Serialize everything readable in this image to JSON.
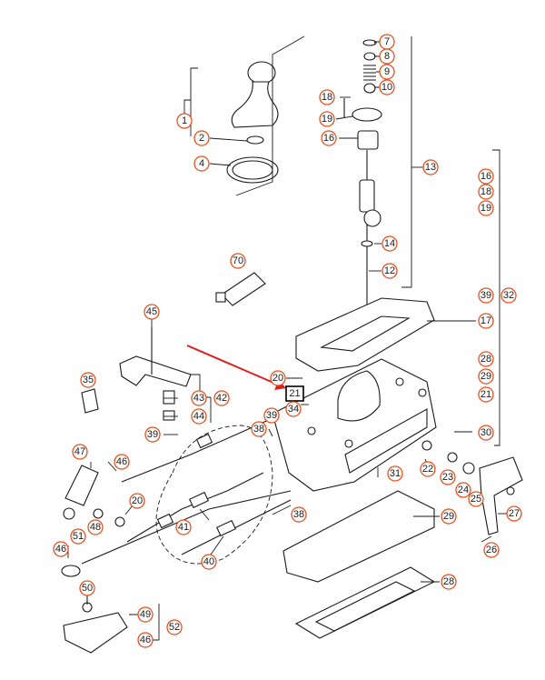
{
  "colors": {
    "callout_ring": "#e8501e",
    "arrow": "#e02020",
    "ink": "#1a1a1a",
    "background": "#ffffff"
  },
  "callouts": {
    "c1": "1",
    "c2": "2",
    "c4": "4",
    "c7": "7",
    "c8": "8",
    "c9": "9",
    "c10": "10",
    "c18": "18",
    "c19": "19",
    "c16": "16",
    "c13": "13",
    "c16b": "16",
    "c18b": "18",
    "c19b": "19",
    "c14": "14",
    "c12": "12",
    "c70": "70",
    "c39_32_a": "39",
    "c32": "32",
    "c17": "17",
    "c45": "45",
    "c28": "28",
    "c29": "29",
    "c21b": "21",
    "c35": "35",
    "c20": "20",
    "c21": "21",
    "c34": "34",
    "c43": "43",
    "c42": "42",
    "c44": "44",
    "c39_left": "39",
    "c38": "38",
    "c39_mid": "39",
    "c30": "30",
    "c47": "47",
    "c46": "46",
    "c20b": "20",
    "c22": "22",
    "c23": "23",
    "c24": "24",
    "c25": "25",
    "c27": "27",
    "c31": "31",
    "c26": "26",
    "c48": "48",
    "c51": "51",
    "c41": "41",
    "c38b": "38",
    "c29b": "29",
    "c40": "40",
    "c46b": "46",
    "c50": "50",
    "c28b": "28",
    "c49": "49",
    "c52": "52",
    "c46c": "46"
  }
}
